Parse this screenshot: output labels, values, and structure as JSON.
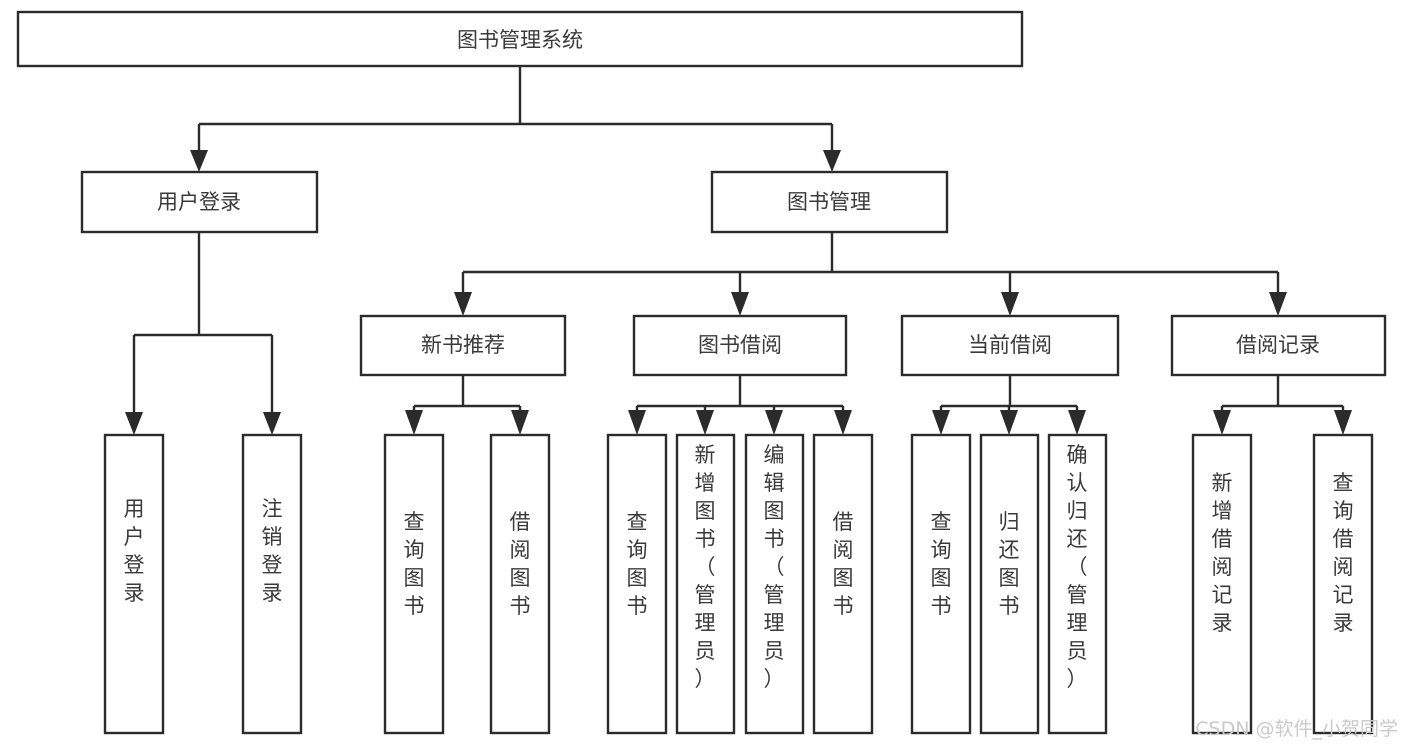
{
  "diagram": {
    "title": "图书管理系统",
    "type": "tree-hierarchy-diagram",
    "background_color": "#ffffff",
    "line_color": "#2b2b2b",
    "text_color": "#3a3a3a",
    "watermark": "CSDN @软件_小贺同学",
    "watermark_color": "#c9c9c9",
    "levels": {
      "level1": "root",
      "level2": "modules",
      "level3": "submodules",
      "level4": "functions"
    },
    "nodes": {
      "root": {
        "label": "图书管理系统",
        "orientation": "horizontal"
      },
      "user_login": {
        "label": "用户登录",
        "orientation": "horizontal"
      },
      "book_manage": {
        "label": "图书管理",
        "orientation": "horizontal"
      },
      "new_book_rec": {
        "label": "新书推荐",
        "orientation": "horizontal"
      },
      "book_borrow": {
        "label": "图书借阅",
        "orientation": "horizontal"
      },
      "current_borrow": {
        "label": "当前借阅",
        "orientation": "horizontal"
      },
      "borrow_record": {
        "label": "借阅记录",
        "orientation": "horizontal"
      },
      "leaf_user_login": {
        "label": "用户登录",
        "orientation": "vertical"
      },
      "leaf_logout": {
        "label": "注销登录",
        "orientation": "vertical"
      },
      "leaf_query_book_1": {
        "label": "查询图书",
        "orientation": "vertical"
      },
      "leaf_borrow_book_1": {
        "label": "借阅图书",
        "orientation": "vertical"
      },
      "leaf_query_book_2": {
        "label": "查询图书",
        "orientation": "vertical"
      },
      "leaf_add_book": {
        "label": "新增图书（管理员）",
        "orientation": "vertical"
      },
      "leaf_edit_book": {
        "label": "编辑图书（管理员）",
        "orientation": "vertical"
      },
      "leaf_borrow_book_2": {
        "label": "借阅图书",
        "orientation": "vertical"
      },
      "leaf_query_book_3": {
        "label": "查询图书",
        "orientation": "vertical"
      },
      "leaf_return_book": {
        "label": "归还图书",
        "orientation": "vertical"
      },
      "leaf_confirm_return": {
        "label": "确认归还（管理员）",
        "orientation": "vertical"
      },
      "leaf_add_record": {
        "label": "新增借阅记录",
        "orientation": "vertical"
      },
      "leaf_query_record": {
        "label": "查询借阅记录",
        "orientation": "vertical"
      }
    },
    "edges": [
      {
        "from": "root",
        "to": "user_login"
      },
      {
        "from": "root",
        "to": "book_manage"
      },
      {
        "from": "user_login",
        "to": "leaf_user_login"
      },
      {
        "from": "user_login",
        "to": "leaf_logout"
      },
      {
        "from": "book_manage",
        "to": "new_book_rec"
      },
      {
        "from": "book_manage",
        "to": "book_borrow"
      },
      {
        "from": "book_manage",
        "to": "current_borrow"
      },
      {
        "from": "book_manage",
        "to": "borrow_record"
      },
      {
        "from": "new_book_rec",
        "to": "leaf_query_book_1"
      },
      {
        "from": "new_book_rec",
        "to": "leaf_borrow_book_1"
      },
      {
        "from": "book_borrow",
        "to": "leaf_query_book_2"
      },
      {
        "from": "book_borrow",
        "to": "leaf_add_book"
      },
      {
        "from": "book_borrow",
        "to": "leaf_edit_book"
      },
      {
        "from": "book_borrow",
        "to": "leaf_borrow_book_2"
      },
      {
        "from": "current_borrow",
        "to": "leaf_query_book_3"
      },
      {
        "from": "current_borrow",
        "to": "leaf_return_book"
      },
      {
        "from": "current_borrow",
        "to": "leaf_confirm_return"
      },
      {
        "from": "borrow_record",
        "to": "leaf_add_record"
      },
      {
        "from": "borrow_record",
        "to": "leaf_query_record"
      }
    ]
  }
}
